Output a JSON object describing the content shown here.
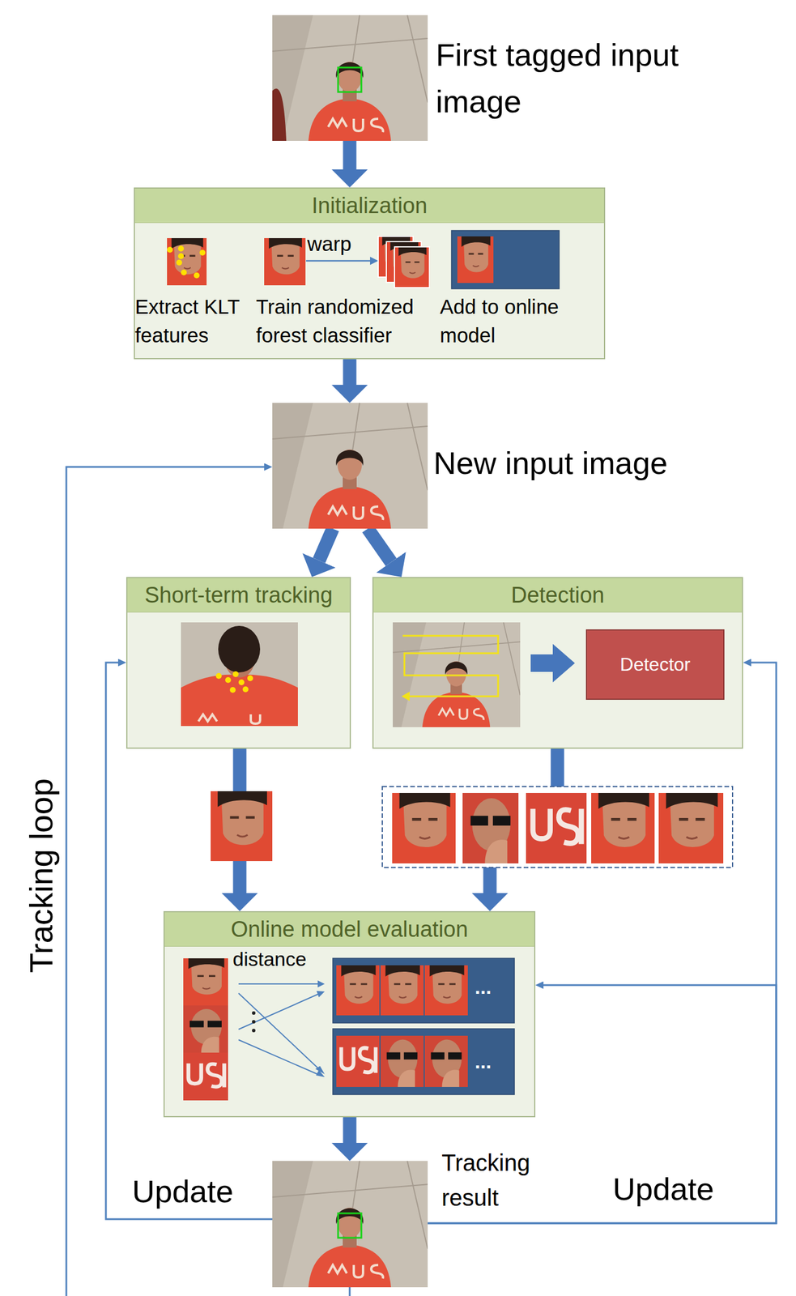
{
  "diagram": {
    "nodes": [
      {
        "text": [
          "First tagged input image"
        ]
      },
      {
        "text": [
          "Initialization"
        ]
      },
      {
        "text": [
          "New input image"
        ]
      },
      {
        "text": [
          "Short-term tracking"
        ]
      },
      {
        "text": [
          "Detection"
        ]
      },
      {
        "text": [
          "Detector"
        ],
        "in": 4
      },
      {
        "text": [
          "Online model evaluation"
        ]
      },
      {
        "text": [
          "Tracking result"
        ]
      }
    ],
    "edges": [
      {
        "from": 0,
        "to": 1,
        "arrow": "to"
      },
      {
        "from": 1,
        "to": 2,
        "arrow": "to"
      },
      {
        "from": 2,
        "to": 3,
        "arrow": "to"
      },
      {
        "from": 2,
        "to": 4,
        "arrow": "to"
      },
      {
        "from": 3,
        "to": 6,
        "arrow": "to"
      },
      {
        "from": 4,
        "to": 6,
        "arrow": "to"
      },
      {
        "from": 6,
        "to": 7,
        "arrow": "to"
      },
      {
        "from": 7,
        "to": 3,
        "label": "Update",
        "arrow": "to"
      },
      {
        "from": 7,
        "to": 4,
        "label": "Update",
        "arrow": "to"
      },
      {
        "from": 7,
        "to": 6,
        "arrow": "to"
      },
      {
        "from": 7,
        "to": 2,
        "label": "Tracking loop",
        "arrow": "to"
      }
    ],
    "labels": [
      "Extract KLT features",
      "warp",
      "Train randomized forest classifier",
      "Add to online model",
      "distance",
      "...",
      "..."
    ]
  }
}
